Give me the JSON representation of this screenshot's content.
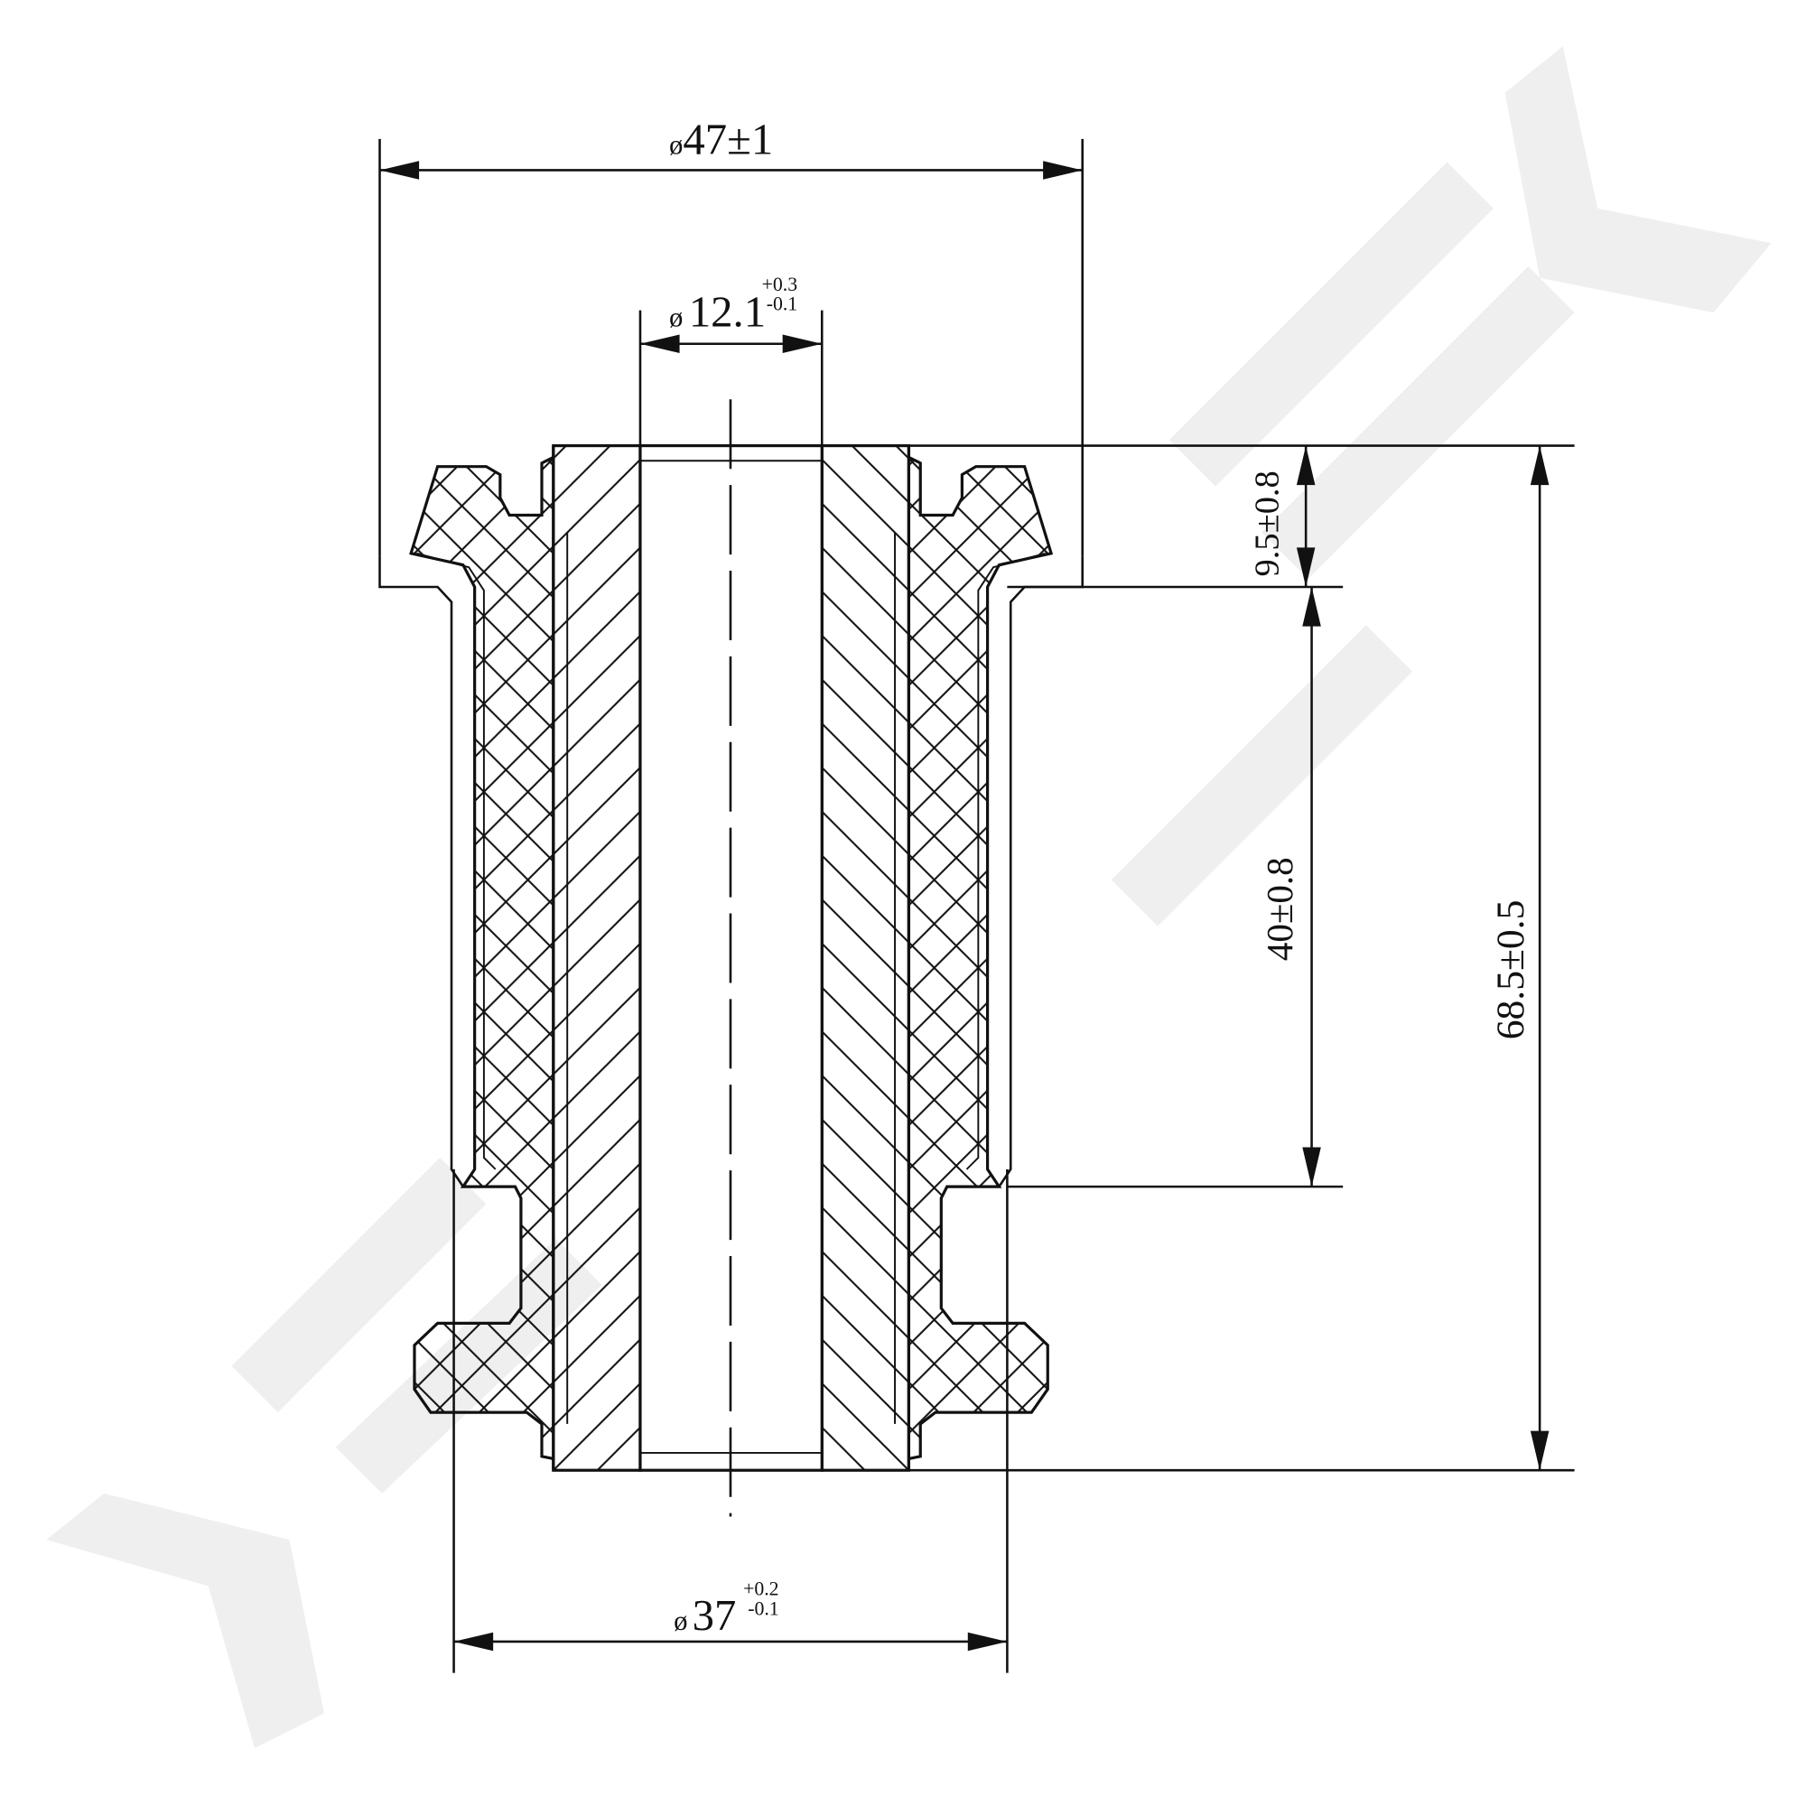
{
  "drawing": {
    "title": "Bushing cross-section",
    "colors": {
      "line": "#111111",
      "watermark": "#efefef",
      "background": "#ffffff"
    },
    "dimensions": {
      "outer_flange_diameter": {
        "symbol": "ø",
        "value": "47±1"
      },
      "bore_diameter": {
        "symbol": "ø",
        "value": "12.1",
        "tol_upper": "+0.3",
        "tol_lower": "-0.1"
      },
      "body_diameter": {
        "symbol": "ø",
        "value": "37",
        "tol_upper": "+0.2",
        "tol_lower": "-0.1"
      },
      "flange_height": {
        "value": "9.5±0.8"
      },
      "body_length": {
        "value": "40±0.8"
      },
      "overall_length": {
        "value": "68.5±0.5"
      }
    }
  }
}
